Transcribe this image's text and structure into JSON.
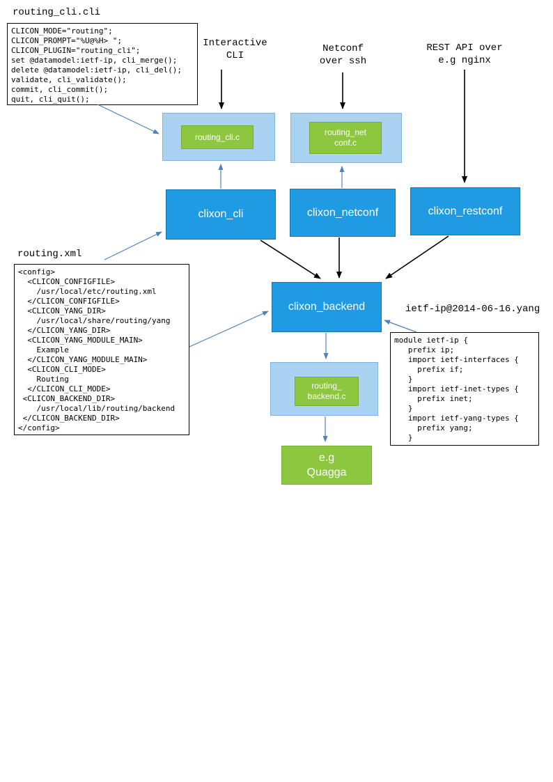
{
  "diagram": {
    "annotations": {
      "interactive_cli": "Interactive\nCLI",
      "netconf_over_ssh": "Netconf\nover ssh",
      "rest_api": "REST API over\ne.g nginx"
    },
    "nodes": {
      "routing_cli_c": "routing_cli.c",
      "routing_netconf_c": "routing_net\nconf.c",
      "clixon_cli": "clixon_cli",
      "clixon_netconf": "clixon_netconf",
      "clixon_restconf": "clixon_restconf",
      "clixon_backend": "clixon_backend",
      "routing_backend_c": "routing_\nbackend.c",
      "quagga": "e.g\nQuagga"
    },
    "files": {
      "cli_spec": {
        "title": "routing_cli.cli",
        "code": "CLICON_MODE=\"routing\";\nCLICON_PROMPT=\"%U@%H> \";\nCLICON_PLUGIN=\"routing_cli\";\nset @datamodel:ietf-ip, cli_merge();\ndelete @datamodel:ietf-ip, cli_del();\nvalidate, cli_validate();\ncommit, cli_commit();\nquit, cli_quit();"
      },
      "config_xml": {
        "title": "routing.xml",
        "code": "<config>\n  <CLICON_CONFIGFILE>\n    /usr/local/etc/routing.xml\n  </CLICON_CONFIGFILE>\n  <CLICON_YANG_DIR>\n    /usr/local/share/routing/yang\n  </CLICON_YANG_DIR>\n  <CLICON_YANG_MODULE_MAIN>\n    Example\n  </CLICON_YANG_MODULE_MAIN>\n  <CLICON_CLI_MODE>\n    Routing\n  </CLICON_CLI_MODE>\n <CLICON_BACKEND_DIR>\n    /usr/local/lib/routing/backend\n </CLICON_BACKEND_DIR>\n</config>"
      },
      "yang_module": {
        "title": "ietf-ip@2014-06-16.yang",
        "code": "module ietf-ip {\n   prefix ip;\n   import ietf-interfaces {\n     prefix if;\n   }\n   import ietf-inet-types {\n     prefix inet;\n   }\n   import ietf-yang-types {\n     prefix yang;\n   }"
      }
    },
    "colors": {
      "node_blue": "#1e9be2",
      "node_light_blue": "#aad3f2",
      "node_green": "#8dc63f",
      "arrow_black": "#000000",
      "arrow_blue": "#4f81bd"
    },
    "edges": [
      {
        "from": "interactive-cli-label",
        "to": "routing-cli-c",
        "style": "black"
      },
      {
        "from": "netconf-label",
        "to": "routing-netconf-c",
        "style": "black"
      },
      {
        "from": "rest-api-label",
        "to": "clixon-restconf",
        "style": "black"
      },
      {
        "from": "clixon-cli",
        "to": "clixon-backend",
        "style": "black"
      },
      {
        "from": "clixon-netconf",
        "to": "clixon-backend",
        "style": "black"
      },
      {
        "from": "clixon-restconf",
        "to": "clixon-backend",
        "style": "black"
      },
      {
        "from": "cli-spec-file",
        "to": "routing-cli-c",
        "style": "blue"
      },
      {
        "from": "clixon-cli",
        "to": "routing-cli-c",
        "style": "blue"
      },
      {
        "from": "clixon-netconf",
        "to": "routing-netconf-c",
        "style": "blue"
      },
      {
        "from": "config-xml-file",
        "to": "clixon-cli",
        "style": "blue"
      },
      {
        "from": "config-xml-file",
        "to": "clixon-backend",
        "style": "blue"
      },
      {
        "from": "yang-module-file",
        "to": "clixon-backend",
        "style": "blue"
      },
      {
        "from": "clixon-backend",
        "to": "routing-backend-c",
        "style": "blue"
      },
      {
        "from": "routing-backend-c",
        "to": "quagga",
        "style": "blue"
      }
    ]
  }
}
